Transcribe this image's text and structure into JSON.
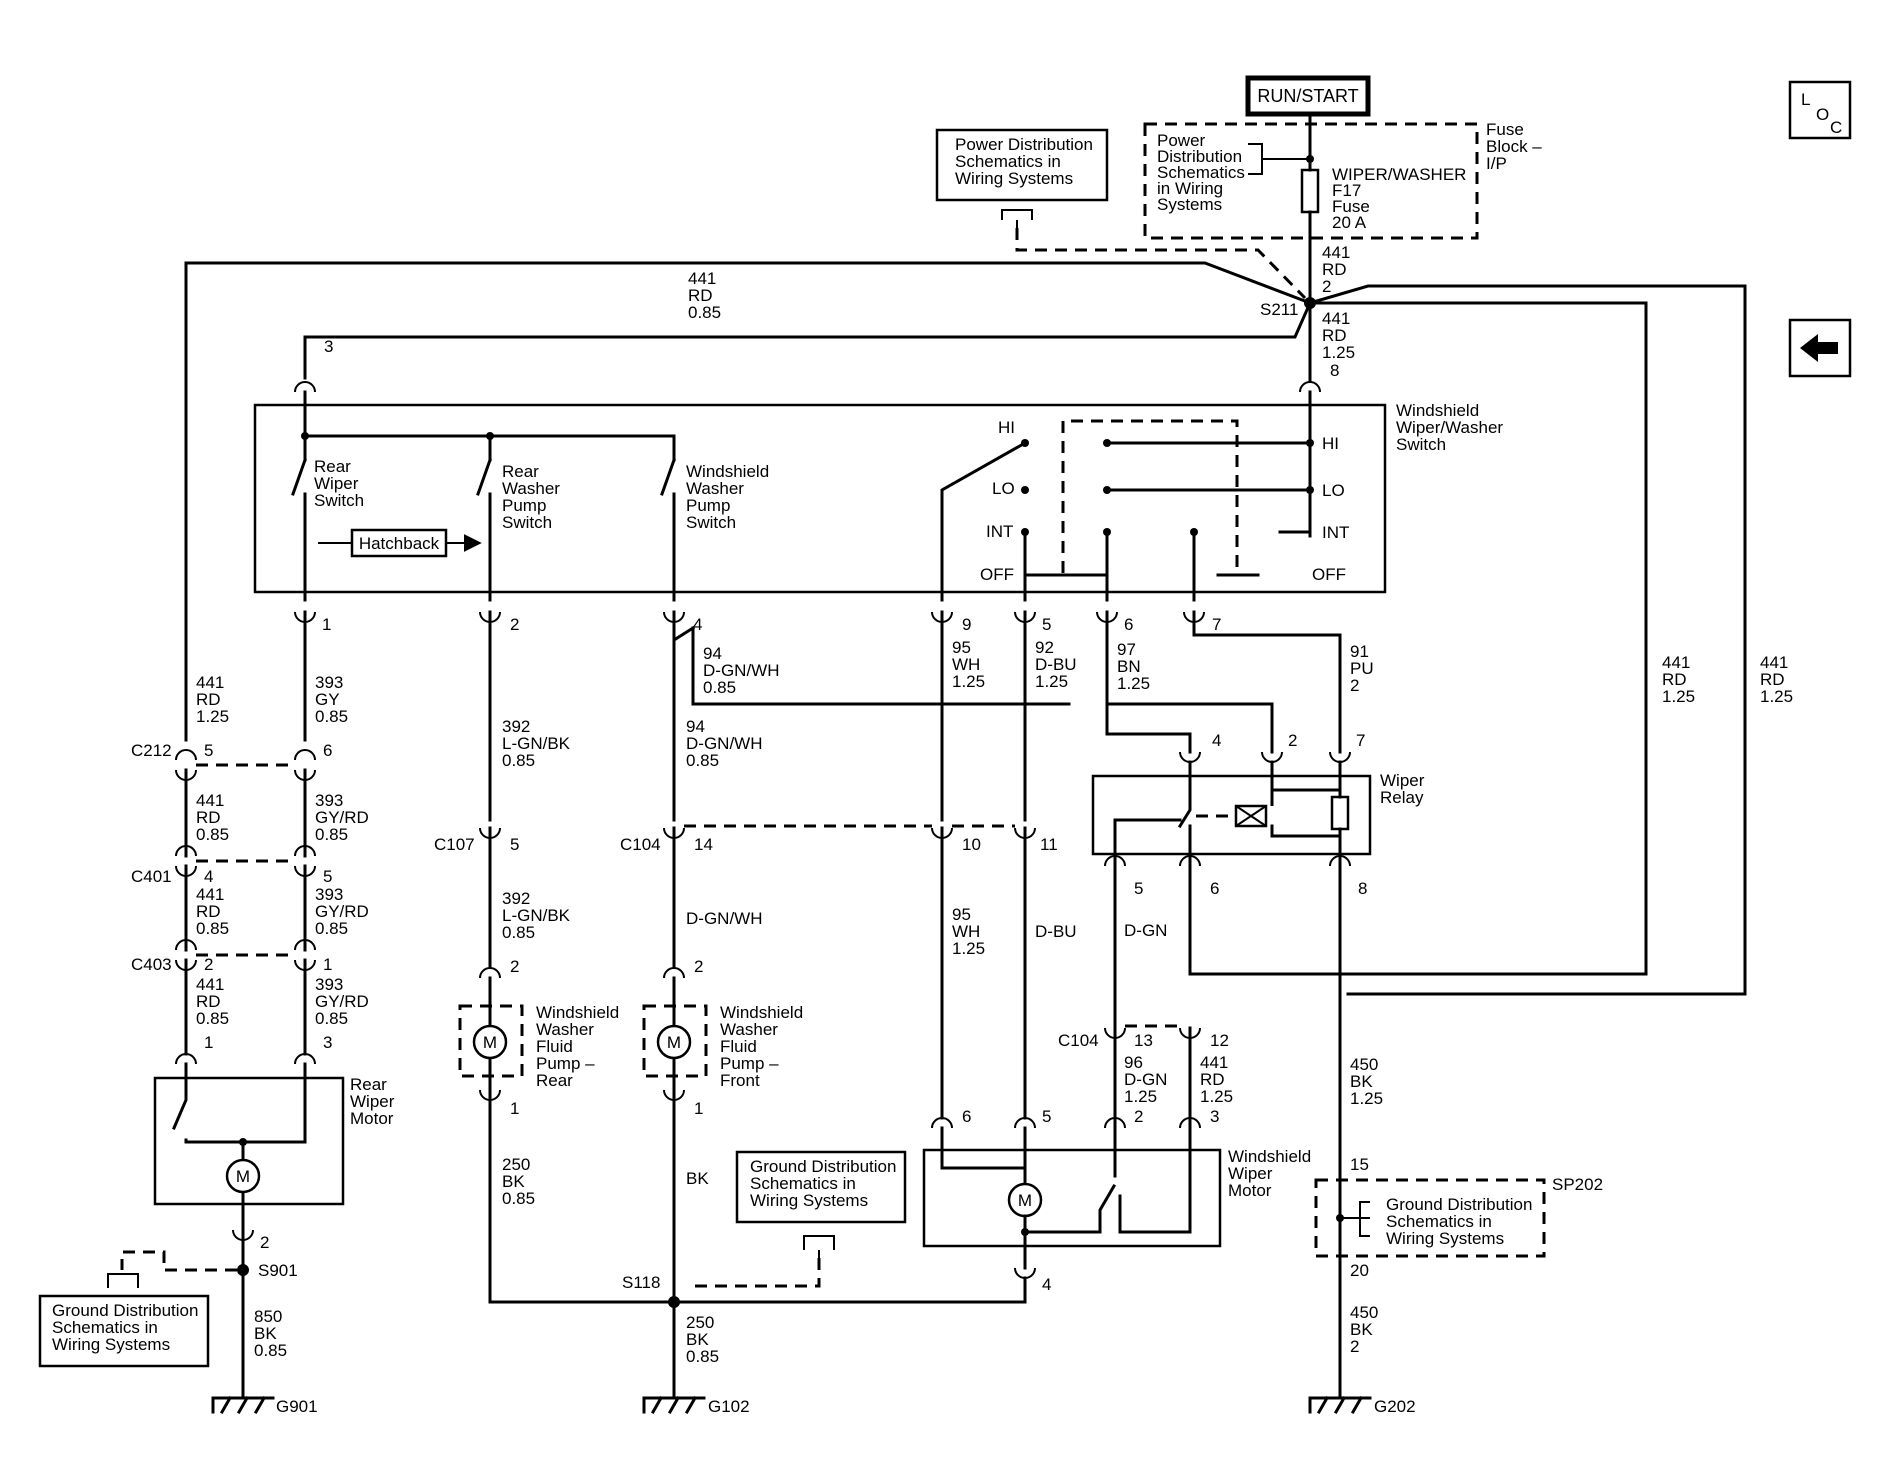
{
  "buttons": {
    "loc": {
      "l": "L",
      "o": "O",
      "c": "C"
    },
    "back": "back-arrow"
  },
  "power": {
    "run_start": "RUN/START",
    "fuse_block": [
      "Fuse",
      "Block –",
      "I/P"
    ],
    "pd_inner": [
      "Power",
      "Distribution",
      "Schematics",
      "in Wiring",
      "Systems"
    ],
    "fuse_name": [
      "WIPER/WASHER",
      "F17",
      "Fuse",
      "20 A"
    ],
    "pd_outer": [
      "Power Distribution",
      "Schematics in",
      "Wiring Systems"
    ],
    "wire_top": [
      "441",
      "RD",
      "2"
    ],
    "splice": "S211",
    "wire_left_top": [
      "441",
      "RD",
      "0.85"
    ],
    "wire_to_switch": [
      "441",
      "RD",
      "1.25",
      "8"
    ]
  },
  "switch": {
    "title": [
      "Windshield",
      "Wiper/Washer",
      "Switch"
    ],
    "rear_wiper": [
      "Rear",
      "Wiper",
      "Switch"
    ],
    "rear_washer": [
      "Rear",
      "Washer",
      "Pump",
      "Switch"
    ],
    "ws_washer": [
      "Windshield",
      "Washer",
      "Pump",
      "Switch"
    ],
    "hatchback": "Hatchback",
    "left_positions": [
      "HI",
      "LO",
      "INT",
      "OFF"
    ],
    "right_positions": [
      "HI",
      "LO",
      "INT",
      "OFF"
    ],
    "pin_top": "3",
    "pins": [
      "1",
      "2",
      "4",
      "9",
      "5",
      "6",
      "7"
    ]
  },
  "wires": {
    "w441_left": [
      "441",
      "RD",
      "1.25"
    ],
    "w393": [
      "393",
      "GY",
      "0.85"
    ],
    "w392a": [
      "392",
      "L-GN/BK",
      "0.85"
    ],
    "w94a": [
      "94",
      "D-GN/WH",
      "0.85"
    ],
    "w94b": [
      "94",
      "D-GN/WH",
      "0.85"
    ],
    "w95": [
      "95",
      "WH",
      "1.25"
    ],
    "w92": [
      "92",
      "D-BU",
      "1.25"
    ],
    "w97": [
      "97",
      "BN",
      "1.25"
    ],
    "w91": [
      "91",
      "PU",
      "2"
    ],
    "w441_r1": [
      "441",
      "RD",
      "1.25"
    ],
    "w441_r2": [
      "441",
      "RD",
      "1.25"
    ],
    "c212": "C212",
    "c212_pins": [
      "5",
      "6"
    ],
    "w441_c212": [
      "441",
      "RD",
      "0.85"
    ],
    "w393_c212": [
      "393",
      "GY/RD",
      "0.85"
    ],
    "c401": "C401",
    "c401_pins": [
      "4",
      "5"
    ],
    "w441_c401": [
      "441",
      "RD",
      "0.85"
    ],
    "w393_c401": [
      "393",
      "GY/RD",
      "0.85"
    ],
    "c403": "C403",
    "c403_pins": [
      "2",
      "1"
    ],
    "w441_c403": [
      "441",
      "RD",
      "0.85"
    ],
    "w393_c403": [
      "393",
      "GY/RD",
      "0.85"
    ],
    "c107": "C107",
    "c107_pin": "5",
    "w392b": [
      "392",
      "L-GN/BK",
      "0.85"
    ],
    "c104": "C104",
    "c104_pins": [
      "14",
      "10",
      "11"
    ],
    "dgnwh": "D-GN/WH",
    "w95b": [
      "95",
      "WH",
      "1.25"
    ],
    "dbu": "D-BU",
    "dgn": "D-GN",
    "relay_top_pins": [
      "4",
      "2",
      "7"
    ],
    "relay_bottom_pins": [
      "5",
      "6",
      "8"
    ],
    "c104b": "C104",
    "c104b_pins": [
      "13",
      "12"
    ],
    "w96": [
      "96",
      "D-GN",
      "1.25"
    ],
    "w441_c104b": [
      "441",
      "RD",
      "1.25"
    ],
    "w450a": [
      "450",
      "BK",
      "1.25"
    ],
    "w450b": [
      "450",
      "BK",
      "2"
    ]
  },
  "relay": {
    "title": [
      "Wiper",
      "Relay"
    ]
  },
  "pumps": {
    "rear": [
      "Windshield",
      "Washer",
      "Fluid",
      "Pump –",
      "Rear"
    ],
    "front": [
      "Windshield",
      "Washer",
      "Fluid",
      "Pump –",
      "Front"
    ],
    "rear_pins": [
      "2",
      "1"
    ],
    "front_pins": [
      "2",
      "1"
    ],
    "motor_symbol": "M"
  },
  "rear_motor": {
    "title": [
      "Rear",
      "Wiper",
      "Motor"
    ],
    "pins": [
      "1",
      "3",
      "2"
    ]
  },
  "ws_motor": {
    "title": [
      "Windshield",
      "Wiper",
      "Motor"
    ],
    "pins": [
      "6",
      "5",
      "2",
      "3",
      "4"
    ]
  },
  "grounds": {
    "gd_left": [
      "Ground Distribution",
      "Schematics in",
      "Wiring Systems"
    ],
    "gd_mid": [
      "Ground Distribution",
      "Schematics in",
      "Wiring Systems"
    ],
    "gd_right": [
      "Ground Distribution",
      "Schematics in",
      "Wiring Systems"
    ],
    "s901": "S901",
    "w850": [
      "850",
      "BK",
      "0.85"
    ],
    "g901": "G901",
    "w250a": [
      "250",
      "BK",
      "0.85"
    ],
    "bk": "BK",
    "s118": "S118",
    "w250b": [
      "250",
      "BK",
      "0.85"
    ],
    "g102": "G102",
    "sp202": "SP202",
    "sp202_pins": [
      "15",
      "20"
    ],
    "g202": "G202"
  }
}
